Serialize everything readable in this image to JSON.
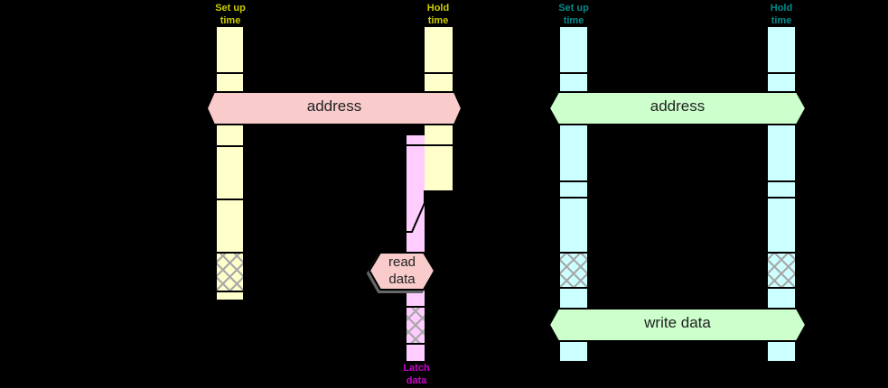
{
  "colors": {
    "background": "#000000",
    "read_cycle_band": "#FFFFCC",
    "read_cycle_label": "#CCCC00",
    "read_hexagon_fill": "#F9CBCB",
    "data_band": "#FFCCFF",
    "latch_label": "#CC00CC",
    "write_cycle_band": "#CCFFFF",
    "write_cycle_label": "#008B8B",
    "write_hexagon_fill": "#CCFFCC",
    "crosshatch": "#A8A8A8"
  },
  "read_diagram": {
    "setup_time_label": "Set up\ntime",
    "hold_time_label": "Hold\ntime",
    "address_label": "address",
    "read_data_label": "read\ndata",
    "latch_data_label": "Latch\ndata"
  },
  "write_diagram": {
    "setup_time_label": "Set up\ntime",
    "hold_time_label": "Hold\ntime",
    "address_label": "address",
    "write_data_label": "write data"
  }
}
